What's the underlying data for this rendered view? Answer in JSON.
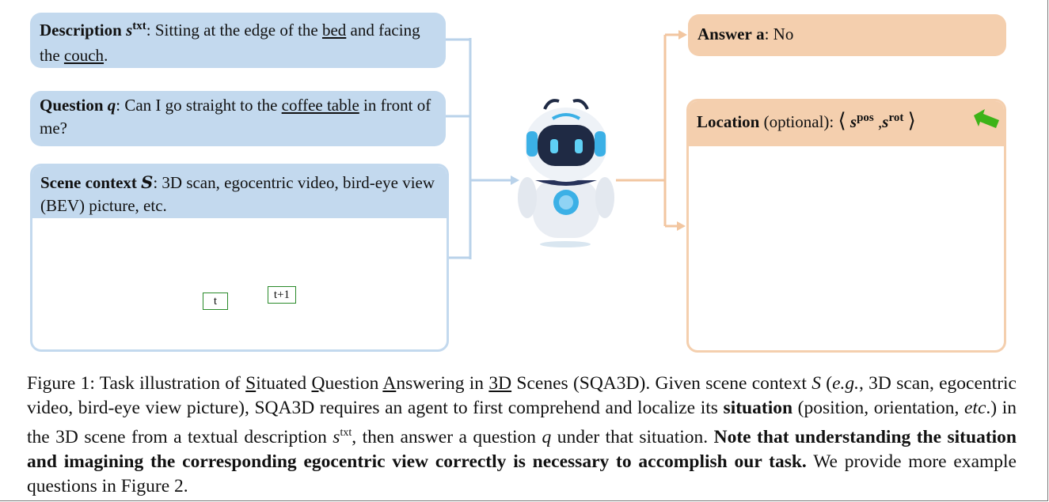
{
  "description": {
    "label": "Description",
    "symbol": "s",
    "symbol_sup": "txt",
    "text_pre": ": Sitting at the edge of the ",
    "word1": "bed",
    "text_mid": " and facing the ",
    "word2": "couch",
    "text_post": "."
  },
  "question": {
    "label": "Question",
    "symbol": "q",
    "text_pre": ": Can I go straight to the ",
    "word": "coffee table",
    "text_post": " in front of me?"
  },
  "scene": {
    "label": "Scene context",
    "symbol": "S",
    "text": ":  3D scan, egocentric video, bird-eye view (BEV) picture, etc.",
    "frame_label_1": "t",
    "frame_label_2": "t+1"
  },
  "answer": {
    "label": "Answer",
    "symbol": "a",
    "text": ": No"
  },
  "location": {
    "label": "Location",
    "optional": " (optional): ",
    "open": "⟨",
    "s1": "s",
    "sup1": "pos",
    "comma": ",",
    "s2": "s",
    "sup2": "rot",
    "close": "⟩"
  },
  "caption": {
    "p1": "Figure 1: Task illustration of ",
    "S1": "S",
    "w1": "ituated ",
    "Q": "Q",
    "w2": "uestion ",
    "A": "A",
    "w3": "nswering in ",
    "D3": "3D",
    "w4": " Scenes (SQA3D). Given scene context ",
    "calS": "S",
    "w5": " (",
    "eg": "e.g.",
    "w6": ", 3D scan, egocentric video, bird-eye view picture), SQA3D requires an agent to first comprehend and localize its ",
    "situation": "situation",
    "w7": " (position, orientation, ",
    "etc": "etc",
    "w8": ".) in the 3D scene from a textual description ",
    "s": "s",
    "txt": "txt",
    "w9": ", then answer a question ",
    "q": "q",
    "w10": " under that situation. ",
    "bold": "Note that understanding the situation and imagining the corresponding egocentric view correctly is necessary to accomplish our task.",
    "w11": " We provide more example questions in Figure 2."
  },
  "colors": {
    "blue_box": "#c3d9ee",
    "peach_box": "#f4cfae",
    "blue_line": "#b9d2ea",
    "peach_line": "#f2c6a0",
    "robot_accent": "#3bb0e6",
    "arrow_green": "#3db318",
    "bbox_red": "#c0392b"
  }
}
